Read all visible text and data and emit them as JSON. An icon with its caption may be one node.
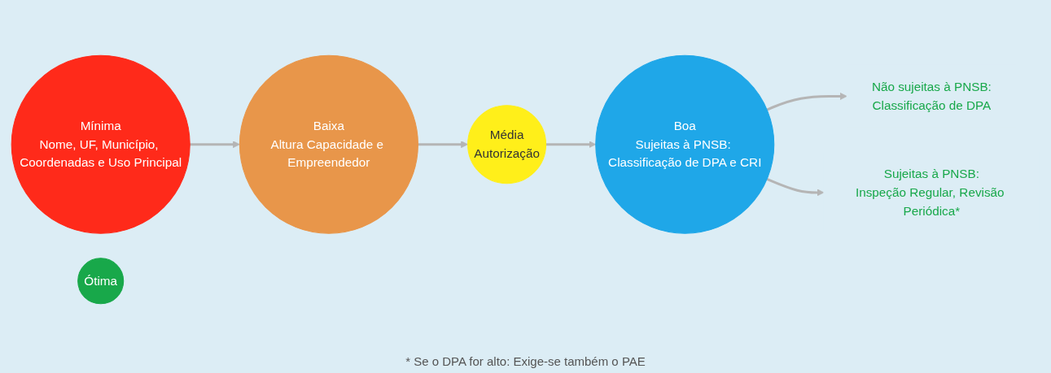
{
  "diagram": {
    "nodes": [
      {
        "text": [
          "Mínima",
          "Nome, UF, Município, Coordenadas e Uso Principal"
        ]
      },
      {
        "text": [
          "Baixa",
          "Altura Capacidade e Empreendedor"
        ]
      },
      {
        "text": [
          "Média",
          "Autorização"
        ]
      },
      {
        "text": [
          "Boa",
          "Sujeitas à PNSB: Classificação de DPA e CRI"
        ]
      },
      {
        "text": [
          "Ótima"
        ]
      },
      {
        "text": [
          "Não sujeitas à PNSB:",
          "Classificação de DPA"
        ]
      },
      {
        "text": [
          "Sujeitas à PNSB:",
          "Inspeção Regular, Revisão Periódica*"
        ]
      }
    ],
    "edges": [
      {
        "from": 0,
        "to": 1,
        "arrow": "to"
      },
      {
        "from": 1,
        "to": 2,
        "arrow": "to"
      },
      {
        "from": 2,
        "to": 3,
        "arrow": "to"
      },
      {
        "from": 3,
        "to": 5,
        "arrow": "to"
      },
      {
        "from": 3,
        "to": 6,
        "arrow": "to"
      }
    ],
    "labels": [
      "* Se o DPA for alto: Exige-se também o PAE"
    ]
  }
}
